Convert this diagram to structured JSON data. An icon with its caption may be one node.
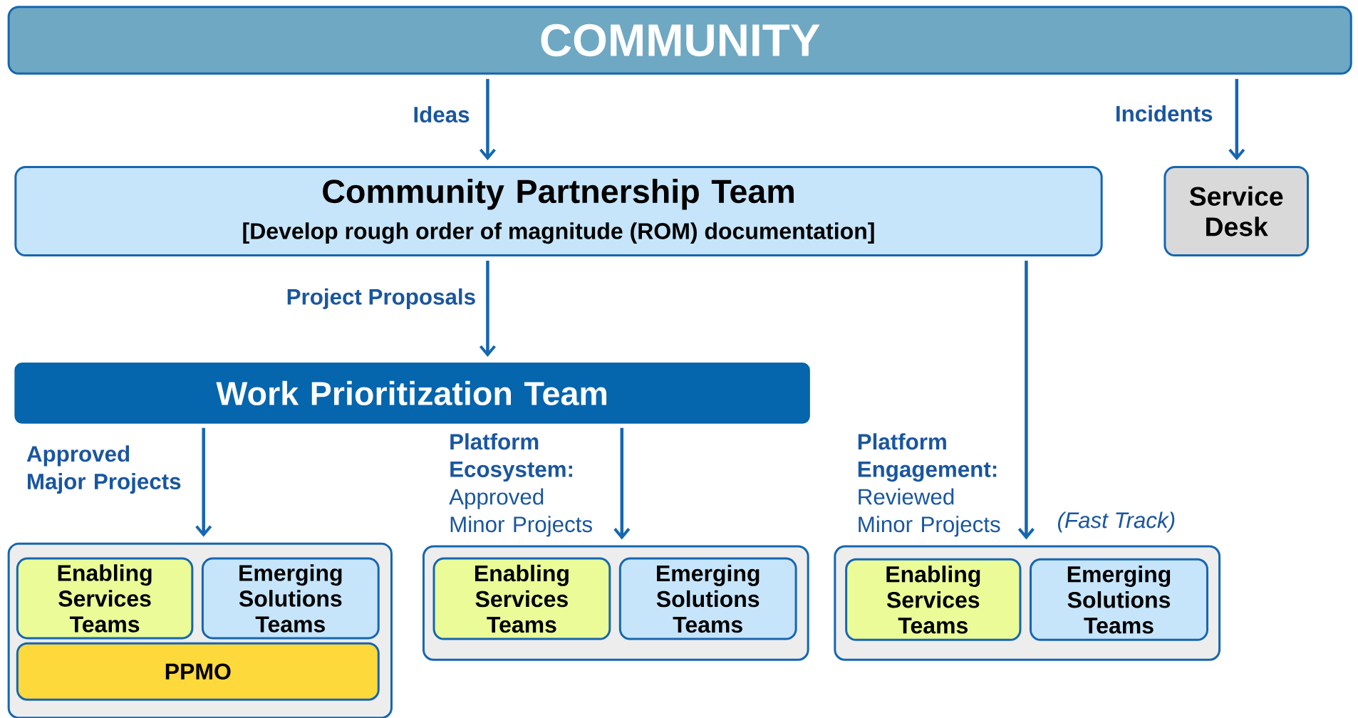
{
  "diagram": {
    "nodes": [
      {
        "text": [
          "COMMUNITY"
        ]
      },
      {
        "text": [
          "Community Partnership Team",
          "[Develop rough order of magnitude (ROM) documentation]"
        ]
      },
      {
        "text": [
          "Service Desk"
        ]
      },
      {
        "text": [
          "Work Prioritization Team"
        ]
      },
      {
        "text": [],
        "shape": "box"
      },
      {
        "text": [
          "Enabling Services Teams"
        ],
        "in": 4
      },
      {
        "text": [
          "Emerging Solutions Teams"
        ],
        "in": 4
      },
      {
        "text": [
          "PPMO"
        ],
        "in": 4
      },
      {
        "text": [],
        "shape": "box"
      },
      {
        "text": [
          "Enabling Services Teams"
        ],
        "in": 8
      },
      {
        "text": [
          "Emerging Solutions Teams"
        ],
        "in": 8
      },
      {
        "text": [],
        "shape": "box"
      },
      {
        "text": [
          "Enabling Services Teams"
        ],
        "in": 11
      },
      {
        "text": [
          "Emerging Solutions Teams"
        ],
        "in": 11
      }
    ],
    "edges": [
      {
        "from": 0,
        "to": 1,
        "arrow": "to",
        "label": "Ideas"
      },
      {
        "from": 0,
        "to": 2,
        "arrow": "to",
        "label": "Incidents"
      },
      {
        "from": 1,
        "to": 3,
        "arrow": "to",
        "label": "Project Proposals"
      },
      {
        "from": 3,
        "to": 4,
        "arrow": "to",
        "label": "Approved Major Projects"
      },
      {
        "from": 3,
        "to": 8,
        "arrow": "to",
        "label": "**Platform Ecosystem:** Approved Minor Projects"
      },
      {
        "from": 1,
        "to": 11,
        "arrow": "to",
        "label": "**Platform Engagement:** Reviewed Minor Projects"
      }
    ],
    "labels": [
      "(Fast Track)"
    ]
  }
}
